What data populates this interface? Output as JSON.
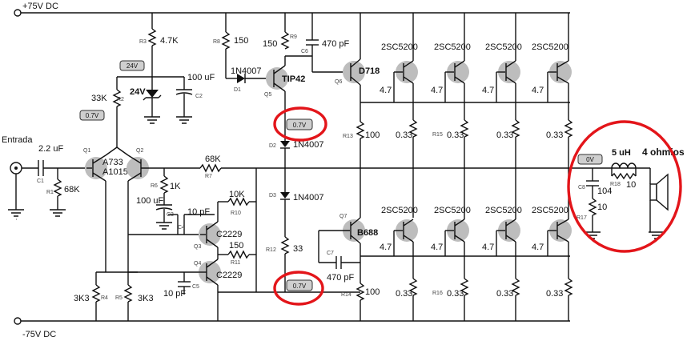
{
  "rails": {
    "positive": "+75V DC",
    "negative": "-75V DC"
  },
  "input": {
    "label": "Entrada",
    "c1": "2.2 uF",
    "c1_ref": "C1",
    "r1": "68K",
    "r1_ref": "R1"
  },
  "resistors": {
    "r3": {
      "ref": "R3",
      "value": "4.7K"
    },
    "r2": {
      "ref": "R2",
      "value": "33K"
    },
    "r8": {
      "ref": "R8",
      "value": "150"
    },
    "r9": {
      "ref": "R9",
      "value": "150"
    },
    "r6": {
      "ref": "R6",
      "value": "1K"
    },
    "r7": {
      "ref": "R7",
      "value": "68K"
    },
    "r10": {
      "ref": "R10",
      "value": "10K"
    },
    "r11": {
      "ref": "R11",
      "value": "150"
    },
    "r12": {
      "ref": "R12",
      "value": "33"
    },
    "r13": {
      "ref": "R13",
      "value": "100"
    },
    "r14": {
      "ref": "R14",
      "value": "100"
    },
    "r4": {
      "ref": "R4",
      "value": "3K3"
    },
    "r5": {
      "ref": "R5",
      "value": "3K3"
    },
    "r15": {
      "ref": "R15"
    },
    "r16": {
      "ref": "R16"
    },
    "r17": {
      "ref": "R17",
      "value": "10"
    },
    "r18": {
      "ref": "R18",
      "value": "10"
    }
  },
  "capacitors": {
    "c2": {
      "ref": "C2",
      "value": "100 uF"
    },
    "c3": {
      "ref": "C3",
      "value": "100 uF"
    },
    "c4": {
      "ref": "C4",
      "value": "10 pF"
    },
    "c5": {
      "ref": "C5",
      "value": "10 pF"
    },
    "c6": {
      "ref": "C6",
      "value": "470 pF"
    },
    "c7": {
      "ref": "C7",
      "value": "470 pF"
    },
    "c8": {
      "ref": "C8",
      "value": "104"
    }
  },
  "zener": {
    "value": "24V"
  },
  "diodes": {
    "d1": {
      "ref": "D1",
      "value": "1N4007"
    },
    "d2": {
      "ref": "D2",
      "value": "1N4007"
    },
    "d3": {
      "ref": "D3",
      "value": "1N4007"
    }
  },
  "transistors": {
    "q1": {
      "ref": "Q1",
      "type": "A733"
    },
    "q2": {
      "ref": "Q2",
      "type": "A1015"
    },
    "q3": {
      "ref": "Q3",
      "type": "C2229"
    },
    "q4": {
      "ref": "Q4",
      "type": "C2229"
    },
    "q5": {
      "ref": "Q5",
      "type": "TIP42"
    },
    "q6": {
      "ref": "Q6",
      "type": "D718"
    },
    "q7": {
      "ref": "Q7",
      "type": "B688"
    }
  },
  "output_stage": {
    "transistor_type": "2SC5200",
    "emitter_resistor": "0.33",
    "base_resistor": "4.7"
  },
  "voltage_tags": {
    "zener": "24V",
    "q1_base": "0.7V",
    "upper_ring": "0.7V",
    "lower_ring": "0.7V",
    "output": "0V"
  },
  "output": {
    "inductor": "5 uH",
    "speaker": "4 ohmios"
  }
}
